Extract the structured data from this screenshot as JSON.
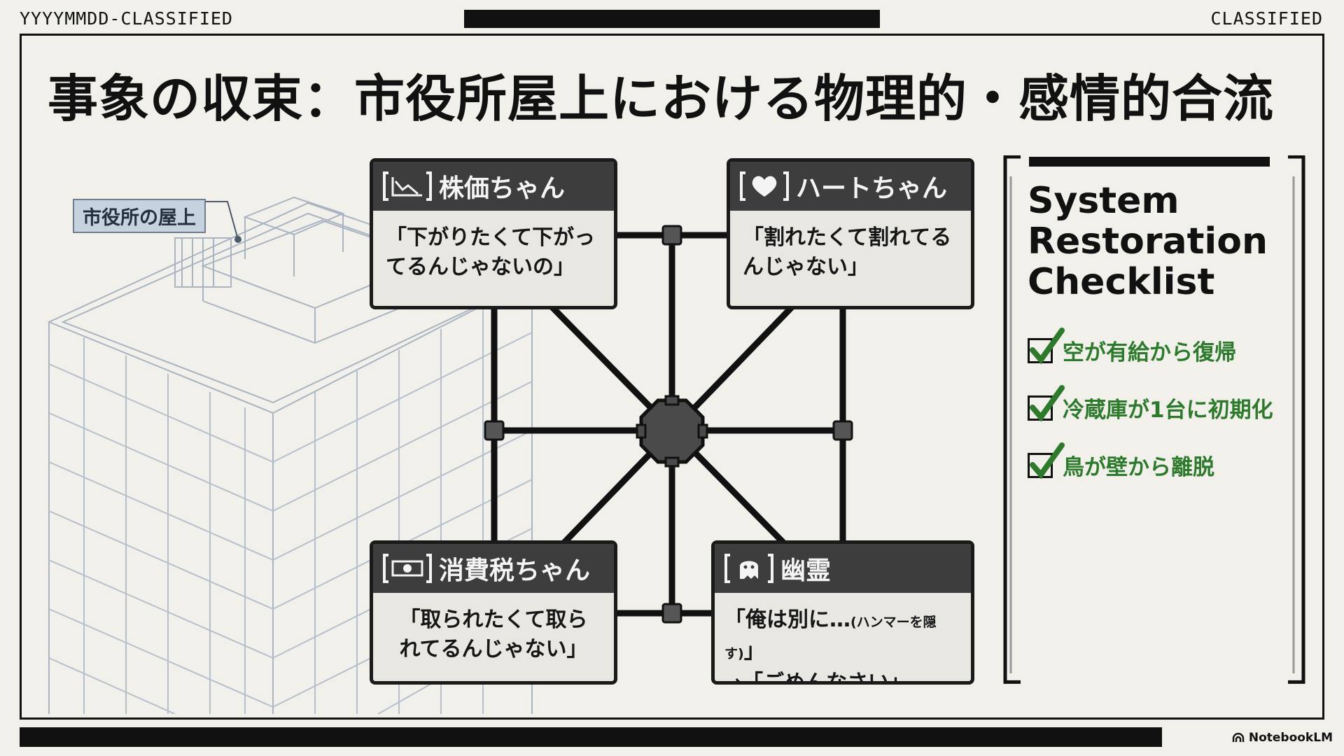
{
  "header": {
    "left_code": "YYYYMMDD-CLASSIFIED",
    "right_code": "CLASSIFIED"
  },
  "title": "事象の収束：市役所屋上における物理的・感情的合流",
  "rooftop_label": "市役所の屋上",
  "nodes": [
    {
      "id": "stock",
      "name": "株価ちゃん",
      "icon": "chart-down-icon",
      "lines": [
        "「下がりたくて下がっ",
        "てるんじゃないの」"
      ]
    },
    {
      "id": "heart",
      "name": "ハートちゃん",
      "icon": "heart-icon",
      "lines": [
        "「割れたくて割れてる",
        "んじゃない」"
      ]
    },
    {
      "id": "tax",
      "name": "消費税ちゃん",
      "icon": "money-icon",
      "lines": [
        "「取られたくて取ら",
        "れてるんじゃない」"
      ]
    },
    {
      "id": "ghost",
      "name": "幽霊",
      "icon": "ghost-icon",
      "line1_main": "「俺は別に…",
      "line1_small": "(ハンマーを隠す)",
      "line1_end": "」",
      "line2": "→「ごめんなさい」"
    }
  ],
  "checklist": {
    "title_lines": [
      "System",
      "Restoration",
      "Checklist"
    ],
    "items": [
      "空が有給から復帰",
      "冷蔵庫が1台に初期化",
      "鳥が壁から離脱"
    ]
  },
  "colors": {
    "check_green": "#2d7a2d",
    "card_header": "#3d3d3d",
    "label_bg": "#c6d2dd",
    "building_line": "#a9b4c2"
  },
  "brand": "NotebookLM"
}
